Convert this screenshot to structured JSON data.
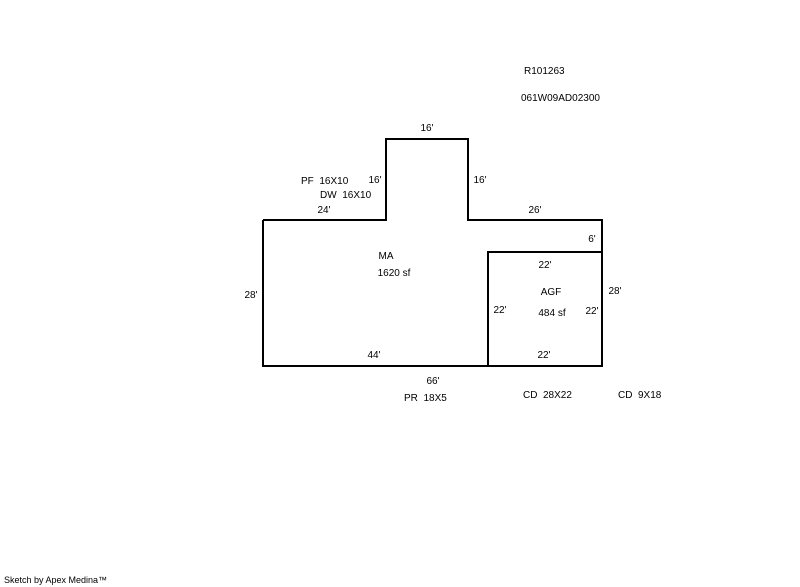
{
  "parcel": {
    "record_id": "R101263",
    "map_number": "061W09AD02300"
  },
  "areas": {
    "main": {
      "code": "MA",
      "area": "1620 sf"
    },
    "garage": {
      "code": "AGF",
      "area": "484 sf"
    }
  },
  "dimensions": {
    "tower_top": "16'",
    "tower_left": "16'",
    "tower_right": "16'",
    "top_left": "24'",
    "top_right": "26'",
    "right_upper": "6'",
    "left_side": "28'",
    "right_side": "28'",
    "bottom_main": "44'",
    "bottom_total": "66'",
    "garage_top": "22'",
    "garage_left": "22'",
    "garage_right": "22'",
    "garage_bottom": "22'"
  },
  "components": {
    "porch_front": "PF  16X10",
    "deck_wood": "DW  16X10",
    "porch_rear": "PR  18X5",
    "concrete_deck_1": "CD  28X22",
    "concrete_deck_2": "CD  9X18"
  },
  "footer": {
    "credit": "Sketch by Apex Medina™"
  }
}
